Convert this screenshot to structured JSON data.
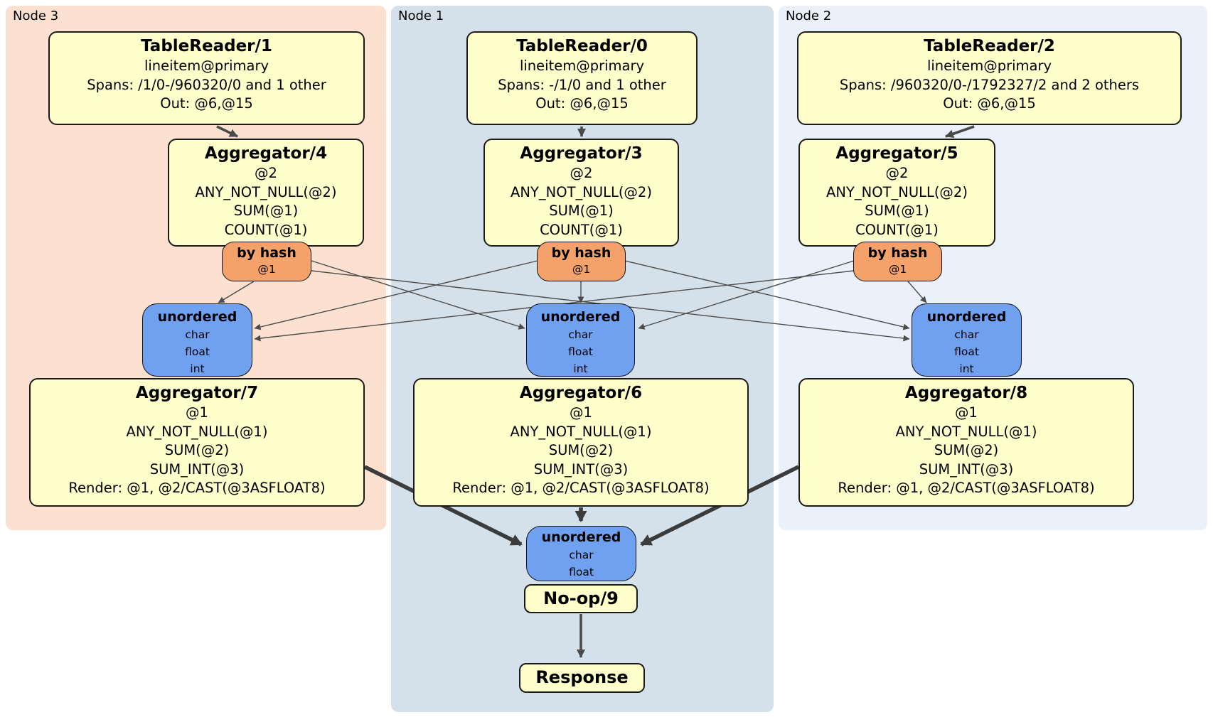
{
  "diagram": {
    "kind": "distributed SQL physical plan",
    "colors": {
      "node3_bg": "#fce1d0",
      "node1_bg": "#d4e1ea",
      "node2_bg": "#eaf1fa",
      "operator_fill": "#ffffcc",
      "router_fill": "#f4a269",
      "sync_fill": "#70a0f0",
      "edge_color": "#3c3c3c"
    }
  },
  "nodes": {
    "node3": {
      "label": "Node 3",
      "tablereader": {
        "title": "TableReader/1",
        "lines": [
          "lineitem@primary",
          "Spans: /1/0-/960320/0 and 1 other",
          "Out: @6,@15"
        ]
      },
      "aggregator_top": {
        "title": "Aggregator/4",
        "lines": [
          "@2",
          "ANY_NOT_NULL(@2)",
          "SUM(@1)",
          "COUNT(@1)"
        ]
      },
      "router": {
        "title": "by hash",
        "key": "@1"
      },
      "sync": {
        "title": "unordered",
        "types": [
          "char",
          "float",
          "int"
        ]
      },
      "aggregator_bottom": {
        "title": "Aggregator/7",
        "lines": [
          "@1",
          "ANY_NOT_NULL(@1)",
          "SUM(@2)",
          "SUM_INT(@3)",
          "Render: @1, @2/CAST(@3ASFLOAT8)"
        ]
      }
    },
    "node1": {
      "label": "Node 1",
      "tablereader": {
        "title": "TableReader/0",
        "lines": [
          "lineitem@primary",
          "Spans: -/1/0 and 1 other",
          "Out: @6,@15"
        ]
      },
      "aggregator_top": {
        "title": "Aggregator/3",
        "lines": [
          "@2",
          "ANY_NOT_NULL(@2)",
          "SUM(@1)",
          "COUNT(@1)"
        ]
      },
      "router": {
        "title": "by hash",
        "key": "@1"
      },
      "sync": {
        "title": "unordered",
        "types": [
          "char",
          "float",
          "int"
        ]
      },
      "aggregator_bottom": {
        "title": "Aggregator/6",
        "lines": [
          "@1",
          "ANY_NOT_NULL(@1)",
          "SUM(@2)",
          "SUM_INT(@3)",
          "Render: @1, @2/CAST(@3ASFLOAT8)"
        ]
      },
      "final_sync": {
        "title": "unordered",
        "types": [
          "char",
          "float"
        ]
      },
      "noop": {
        "title": "No-op/9"
      },
      "response": {
        "title": "Response"
      }
    },
    "node2": {
      "label": "Node 2",
      "tablereader": {
        "title": "TableReader/2",
        "lines": [
          "lineitem@primary",
          "Spans: /960320/0-/1792327/2 and 2 others",
          "Out: @6,@15"
        ]
      },
      "aggregator_top": {
        "title": "Aggregator/5",
        "lines": [
          "@2",
          "ANY_NOT_NULL(@2)",
          "SUM(@1)",
          "COUNT(@1)"
        ]
      },
      "router": {
        "title": "by hash",
        "key": "@1"
      },
      "sync": {
        "title": "unordered",
        "types": [
          "char",
          "float",
          "int"
        ]
      },
      "aggregator_bottom": {
        "title": "Aggregator/8",
        "lines": [
          "@1",
          "ANY_NOT_NULL(@1)",
          "SUM(@2)",
          "SUM_INT(@3)",
          "Render: @1, @2/CAST(@3ASFLOAT8)"
        ]
      }
    }
  }
}
